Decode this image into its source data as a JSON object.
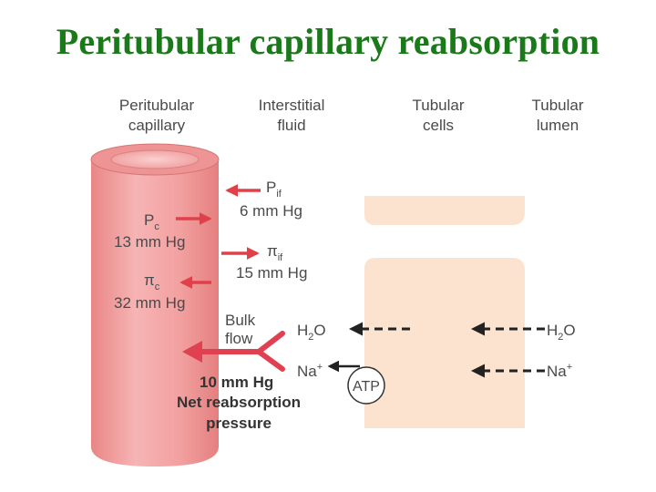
{
  "title": "Peritubular capillary reabsorption",
  "columns": {
    "capillary": [
      "Peritubular",
      "capillary"
    ],
    "interstitial": [
      "Interstitial",
      "fluid"
    ],
    "cells": [
      "Tubular",
      "cells"
    ],
    "lumen": [
      "Tubular",
      "lumen"
    ]
  },
  "forces": {
    "p_if": {
      "symbol": "P",
      "sub": "if",
      "value": "6 mm Hg"
    },
    "p_c": {
      "symbol": "P",
      "sub": "c",
      "value": "13 mm Hg"
    },
    "pi_if": {
      "symbol": "π",
      "sub": "if",
      "value": "15 mm Hg"
    },
    "pi_c": {
      "symbol": "π",
      "sub": "c",
      "value": "32 mm Hg"
    }
  },
  "bulk_flow": [
    "Bulk",
    "flow"
  ],
  "net": {
    "value": "10 mm Hg",
    "line1": "Net reabsorption",
    "line2": "pressure"
  },
  "transport": {
    "h2o_left": "H",
    "h2o_sub": "2",
    "h2o_o": "O",
    "na_left": "Na",
    "na_sup": "+",
    "atp": "ATP",
    "h2o_right": "H",
    "h2o_right_sub": "2",
    "h2o_right_o": "O",
    "na_right": "Na",
    "na_right_sup": "+"
  },
  "colors": {
    "title": "#1a7a1a",
    "capillary": "#f0a3a3",
    "arrow": "#e0404a",
    "cell": "#fbe3cf"
  }
}
